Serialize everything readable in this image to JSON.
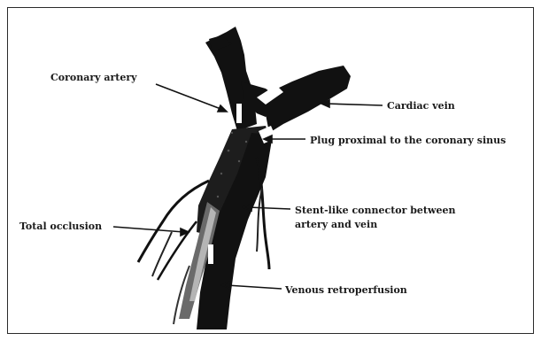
{
  "labels": {
    "coronary_artery": "Coronary artery",
    "cardiac_vein": "Cardiac vein",
    "plug": "Plug proximal to the coronary sinus",
    "stent_line1": "Stent-like connector between",
    "stent_line2": "artery and vein",
    "total_occlusion": "Total occlusion",
    "venous_retroperfusion": "Venous retroperfusion"
  },
  "colors": {
    "ink": "#111111",
    "frame": "#2a2a2a",
    "background": "#ffffff"
  }
}
